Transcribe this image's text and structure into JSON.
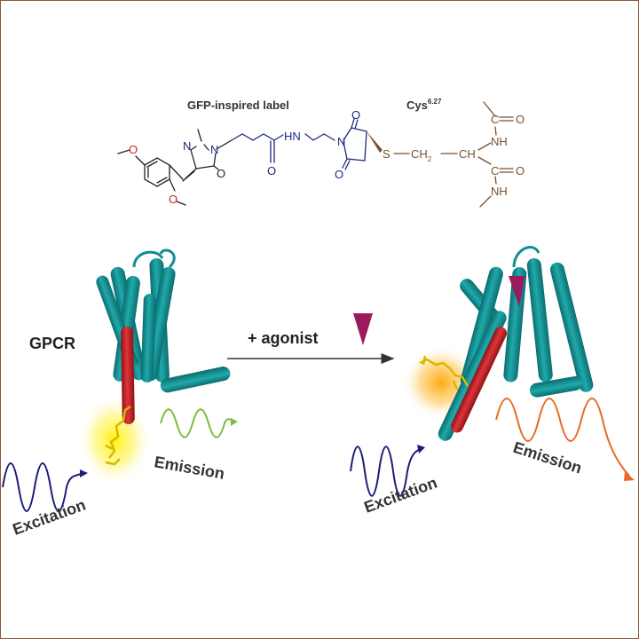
{
  "chemistry": {
    "label_title": "GFP-inspired label",
    "cys_base": "Cys",
    "cys_sup": "6.27",
    "atoms": {
      "o_methoxy_top": "O",
      "o_methoxy_bottom": "O",
      "n_imidazolinone_1": "N",
      "n_imidazolinone_2": "N",
      "o_imidazolinone": "O",
      "nh_amide": "HN",
      "o_amide": "O",
      "n_maleimide": "N",
      "o_maleimide_top": "O",
      "o_maleimide_bottom": "O",
      "s_thioether": "S",
      "ch2": "CH",
      "ch2_sub": "2",
      "ch": "CH",
      "c_top": "C",
      "o_top": "O",
      "nh_top": "NH",
      "c_bottom": "C",
      "o_bottom": "O",
      "nh_bottom": "NH"
    }
  },
  "left_panel": {
    "gpcr_label": "GPCR",
    "excitation": "Excitation",
    "emission": "Emission"
  },
  "middle": {
    "agonist_label": "+ agonist"
  },
  "right_panel": {
    "excitation": "Excitation",
    "emission": "Emission"
  },
  "colors": {
    "helix": "#0f8f91",
    "helix_dark": "#0a6d70",
    "helix_red": "#c42126",
    "agonist": "#9b1a5c",
    "glow_left": "#fff200",
    "glow_right": "#ffb000",
    "wave_excitation": "#1c1c7a",
    "wave_emission_left": "#7dbb3a",
    "wave_emission_right": "#e86a25",
    "label_blue": "#1b2a7c",
    "chem_brown": "#7a5230",
    "chem_red": "#c0281e"
  }
}
